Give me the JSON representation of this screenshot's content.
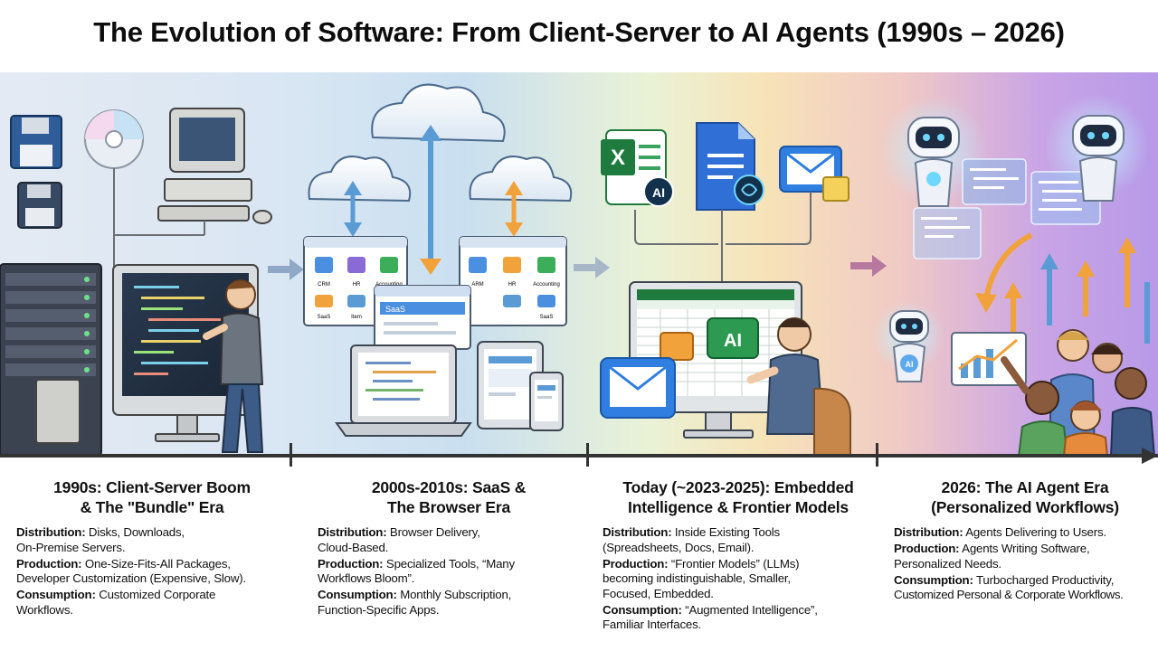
{
  "title": "The Evolution of Software: From Client-Server to AI Agents (1990s – 2026)",
  "illustration_labels": {
    "web_apps_left": [
      "CRM",
      "HR",
      "Accounting",
      "SaaS",
      "Item"
    ],
    "web_apps_right": [
      "ARM",
      "HR",
      "Accounting",
      "SaaS"
    ],
    "browser_window": "SaaS",
    "excel_letter": "X",
    "ai_badge": "AI",
    "ai_screen": "AI",
    "robot_badge": "AI"
  },
  "eras": [
    {
      "heading_line1": "1990s: Client-Server Boom",
      "heading_line2": "& The \"Bundle\" Era",
      "distribution_label": "Distribution:",
      "distribution_text": " Disks, Downloads,",
      "distribution_text2": "On-Premise Servers.",
      "production_label": "Production:",
      "production_text": " One-Size-Fits-All Packages,",
      "production_text2": "Developer Customization (Expensive, Slow).",
      "consumption_label": "Consumption:",
      "consumption_text": " Customized Corporate",
      "consumption_text2": "Workflows."
    },
    {
      "heading_line1": "2000s-2010s: SaaS &",
      "heading_line2": "The Browser Era",
      "distribution_label": "Distribution:",
      "distribution_text": " Browser Delivery,",
      "distribution_text2": "Cloud-Based.",
      "production_label": "Production:",
      "production_text": " Specialized Tools, “Many",
      "production_text2": "Workflows Bloom”.",
      "consumption_label": "Consumption:",
      "consumption_text": " Monthly Subscription,",
      "consumption_text2": "Function-Specific Apps."
    },
    {
      "heading_line1": "Today (~2023-2025): Embedded",
      "heading_line2": "Intelligence & Frontier Models",
      "distribution_label": "Distribution:",
      "distribution_text": " Inside Existing Tools",
      "distribution_text2": "(Spreadsheets, Docs, Email).",
      "production_label": "Production:",
      "production_text": " “Frontier Models” (LLMs)",
      "production_text2": "becoming indistinguishable, Smaller,",
      "production_text3": "Focused, Embedded.",
      "consumption_label": "Consumption:",
      "consumption_text": " “Augmented Intelligence”,",
      "consumption_text2": "Familiar Interfaces."
    },
    {
      "heading_line1": "2026: The AI Agent Era",
      "heading_line2": "(Personalized Workflows)",
      "distribution_label": "Distribution:",
      "distribution_text": " Agents Delivering to Users.",
      "production_label": "Production:",
      "production_text": " Agents Writing Software,",
      "production_text2": "Personalized Needs.",
      "consumption_label": "Consumption:",
      "consumption_text": " Turbocharged Productivity,",
      "consumption_text2": "Customized Personal & Corporate Workflows."
    }
  ],
  "colors": {
    "timeline": "#333333",
    "excel_green": "#1f7a3e",
    "docs_blue": "#2f6fd6",
    "mail_blue": "#2f7ee0",
    "robot_glow": "#6fd7ff",
    "arrow_orange": "#f2a23a",
    "arrow_blue": "#5b9bd5"
  }
}
